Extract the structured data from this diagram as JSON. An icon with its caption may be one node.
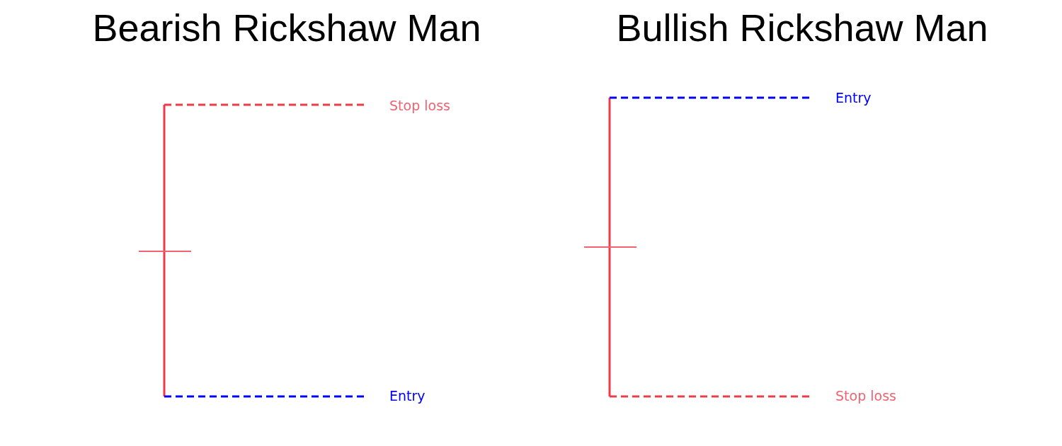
{
  "diagram": {
    "labels": [
      "Bearish Rickshaw Man",
      "Bullish Rickshaw Man",
      "Stop loss",
      "Entry",
      "Entry",
      "Stop loss"
    ]
  }
}
